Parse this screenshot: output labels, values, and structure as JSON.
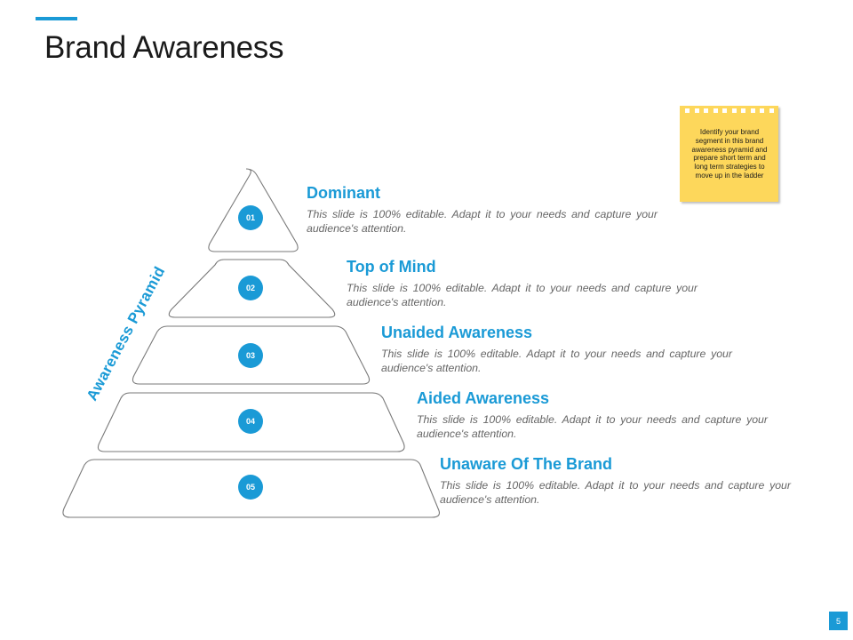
{
  "slide": {
    "title": "Brand Awareness",
    "page_number": "5",
    "accent_color": "#1a9ad6",
    "sticky_note_color": "#fdd75b"
  },
  "pyramid": {
    "label": "Awareness Pyramid",
    "tiers": [
      {
        "number": "01",
        "title": "Dominant",
        "description": "This slide is 100% editable. Adapt it to your needs and capture your audience's attention."
      },
      {
        "number": "02",
        "title": "Top of Mind",
        "description": "This slide is 100% editable. Adapt it to your needs and capture your audience's attention."
      },
      {
        "number": "03",
        "title": "Unaided Awareness",
        "description": "This slide is 100% editable. Adapt it to your needs and capture your audience's attention."
      },
      {
        "number": "04",
        "title": "Aided Awareness",
        "description": "This slide is 100% editable. Adapt it to your needs and capture your audience's attention."
      },
      {
        "number": "05",
        "title": "Unaware Of The Brand",
        "description": "This slide is 100% editable. Adapt it to your needs and capture your audience's attention."
      }
    ]
  },
  "sticky_note": {
    "text": "Identify your brand segment in this brand awareness pyramid and prepare short term and long term strategies to move up in the ladder"
  }
}
